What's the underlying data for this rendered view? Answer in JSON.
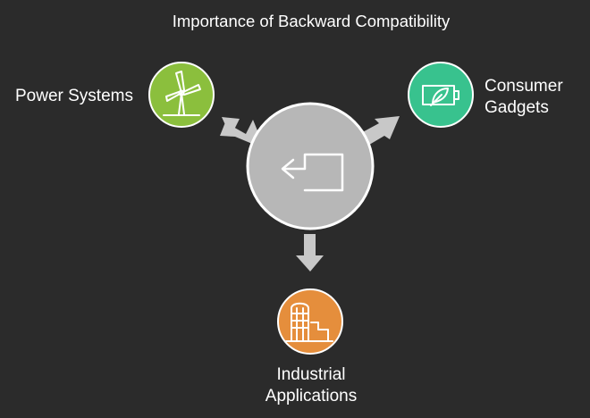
{
  "title": "Importance of Backward Compatibility",
  "center": {
    "icon": "backward-return-icon",
    "color": "#b7b7b7"
  },
  "nodes": [
    {
      "id": "power",
      "label_lines": [
        "Power Systems"
      ],
      "icon": "wind-turbine-icon",
      "color": "#8bbf3d"
    },
    {
      "id": "consumer",
      "label_lines": [
        "Consumer",
        "Gadgets"
      ],
      "icon": "eco-battery-icon",
      "color": "#38c28e"
    },
    {
      "id": "industrial",
      "label_lines": [
        "Industrial",
        "Applications"
      ],
      "icon": "factory-silo-icon",
      "color": "#e58e3c"
    }
  ],
  "colors": {
    "background": "#2b2b2b",
    "arrow": "#c8c8c8",
    "outline": "#ffffff",
    "text": "#ffffff"
  }
}
